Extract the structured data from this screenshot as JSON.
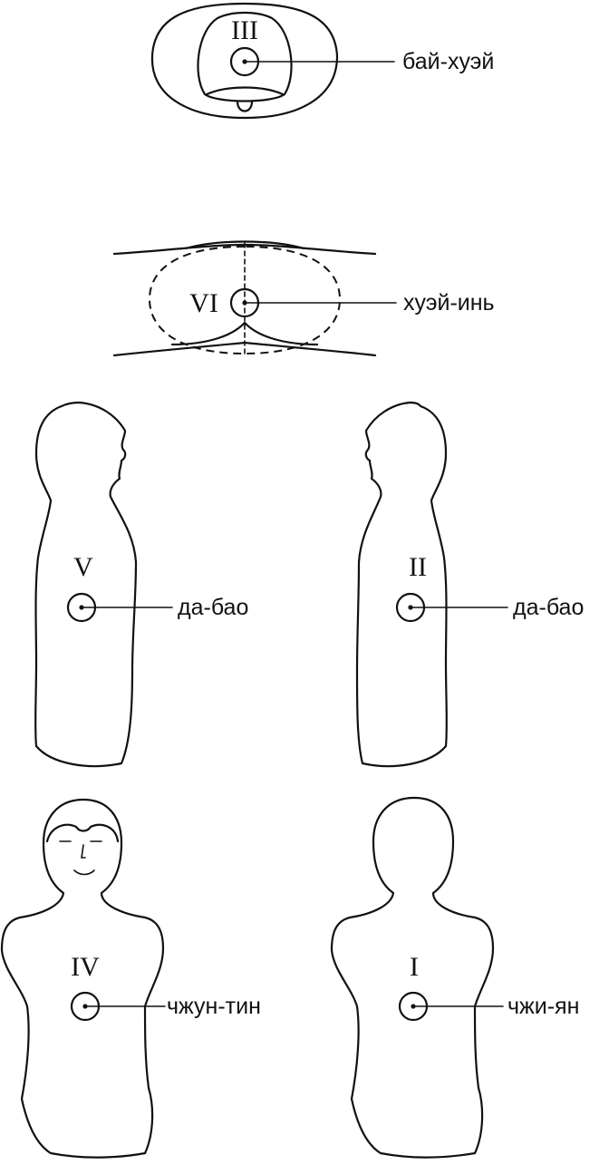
{
  "points": [
    {
      "numeral": "III",
      "name": "бай-хуэй"
    },
    {
      "numeral": "VI",
      "name": "хуэй-инь"
    },
    {
      "numeral": "V",
      "name": "да-бао"
    },
    {
      "numeral": "II",
      "name": "да-бао"
    },
    {
      "numeral": "IV",
      "name": "чжун-тин"
    },
    {
      "numeral": "I",
      "name": "чжи-ян"
    }
  ]
}
